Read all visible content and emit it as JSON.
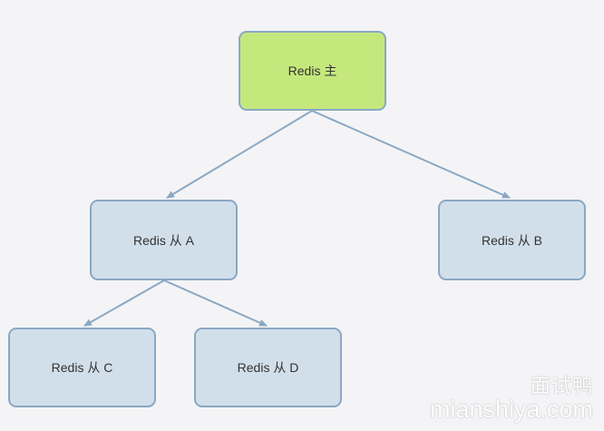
{
  "diagram": {
    "nodes": [
      {
        "id": "master",
        "label": "Redis 主",
        "role": "master"
      },
      {
        "id": "a",
        "label": "Redis 从 A",
        "role": "slave"
      },
      {
        "id": "b",
        "label": "Redis 从 B",
        "role": "slave"
      },
      {
        "id": "c",
        "label": "Redis 从 C",
        "role": "slave"
      },
      {
        "id": "d",
        "label": "Redis 从 D",
        "role": "slave"
      }
    ],
    "edges": [
      {
        "from": "master",
        "to": "a"
      },
      {
        "from": "master",
        "to": "b"
      },
      {
        "from": "a",
        "to": "c"
      },
      {
        "from": "a",
        "to": "d"
      }
    ],
    "colors": {
      "master_fill": "#c5e87d",
      "slave_fill": "#d1dfea",
      "border": "#8aa8c4",
      "edge": "#8aa8c4",
      "background": "#f4f4f6"
    }
  },
  "watermark": {
    "cn": "面试鸭",
    "en": "mianshiya.com"
  }
}
